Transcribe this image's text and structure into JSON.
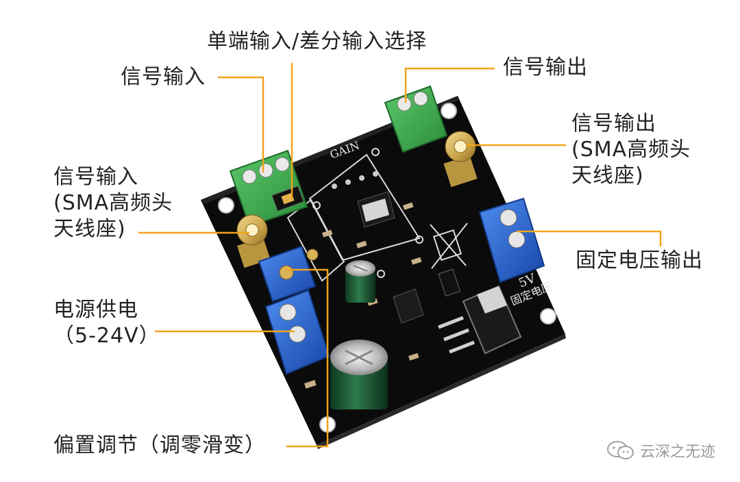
{
  "labels": {
    "selector": "单端输入/差分输入选择",
    "input_terminal": "信号输入",
    "output_terminal": "信号输出",
    "output_sma": [
      "信号输出",
      "(SMA高频头",
      "天线座)"
    ],
    "input_sma": [
      "信号输入",
      "(SMA高频头",
      "天线座)"
    ],
    "fixed_voltage": "固定电压输出",
    "power": [
      "电源供电",
      "（5-24V）"
    ],
    "bias": "偏置调节（调零滑变）"
  },
  "board_silk": {
    "gain": "GAIN",
    "volt": "5V",
    "fixed": "固定电压"
  },
  "watermark": "云深之无迹",
  "colors": {
    "leader": "#f2a31b",
    "board": "#111111",
    "green_terminal": "#3aa64a",
    "blue_terminal": "#1f5fd0",
    "gold": "#c9a44a"
  }
}
